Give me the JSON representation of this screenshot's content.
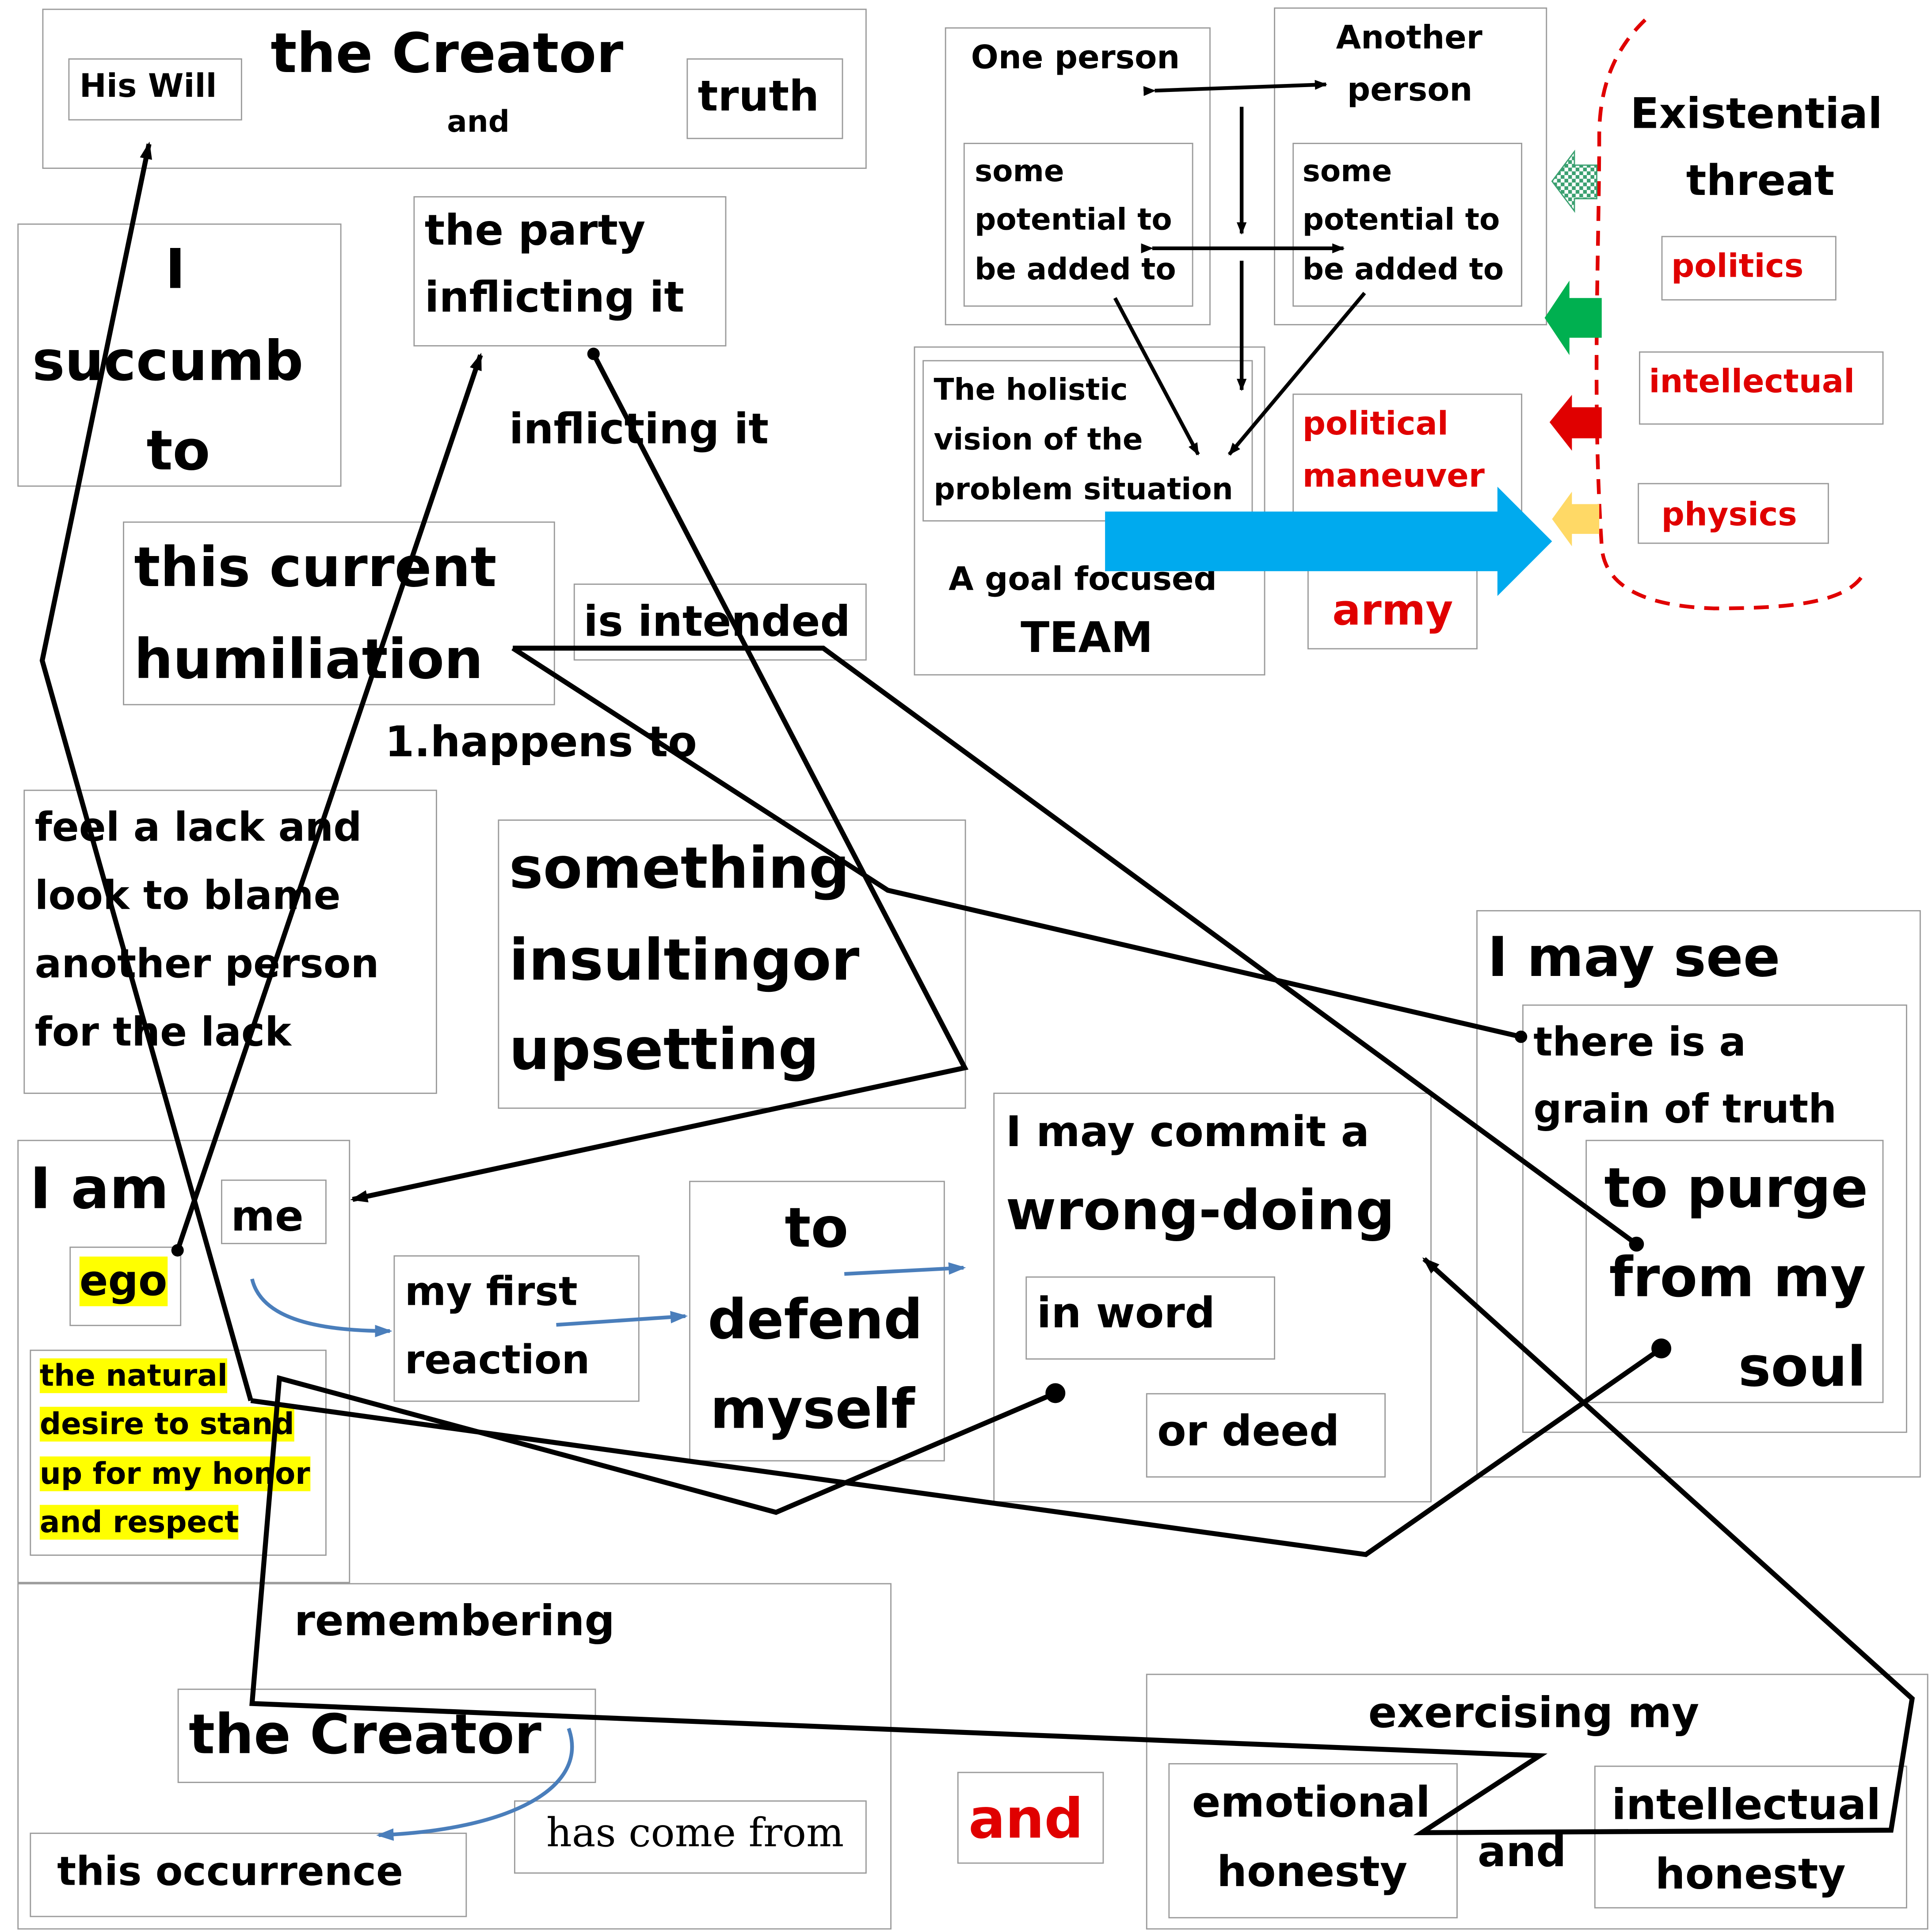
{
  "creator_top": {
    "title": "the Creator",
    "and": "and",
    "his_will": "His Will",
    "truth": "truth"
  },
  "succumb": {
    "line1": "I",
    "line2": "succumb",
    "line3": "to"
  },
  "party": {
    "line1": "the party",
    "line2": "inflicting it"
  },
  "inflicting_label": "inflicting it",
  "humiliation": {
    "line1": "this current",
    "line2": "humiliation"
  },
  "intended": "is intended",
  "happens": "1.happens to",
  "feel_lack": {
    "line1": "feel a lack and",
    "line2": "look to blame",
    "line3": "another person",
    "line4": "for the lack"
  },
  "insulting": {
    "line1": "something",
    "line2": "insultingor",
    "line3": "upsetting"
  },
  "i_am": {
    "label": "I am",
    "me": "me",
    "ego": "ego"
  },
  "natural_desire": {
    "line1": "the natural",
    "line2": "desire to stand",
    "line3": "up for my honor",
    "line4": "and respect"
  },
  "first_reaction": {
    "line1": "my first",
    "line2": "reaction"
  },
  "defend": {
    "line1": "to",
    "line2": "defend",
    "line3": "myself"
  },
  "commit": {
    "line1": "I may commit a",
    "line2": "wrong-doing",
    "in_word": "in word",
    "or_deed": "or deed"
  },
  "may_see": {
    "title": "I may see",
    "line1": "there is a",
    "line2": "grain of truth",
    "purge1": "to purge",
    "purge2": "from my",
    "purge3": "soul"
  },
  "remembering": {
    "label": "remembering",
    "creator": "the Creator",
    "has_come": "has come from",
    "occurrence": "this occurrence"
  },
  "and_red": "and",
  "exercising": {
    "label": "exercising my",
    "emo1": "emotional",
    "emo2": "honesty",
    "and": "and",
    "int1": "intellectual",
    "int2": "honesty"
  },
  "team": {
    "one_person": "One person",
    "another1": "Another",
    "another2": "person",
    "potential": [
      "some",
      "potential to",
      "be added to"
    ],
    "holistic": [
      "The holistic",
      "vision of the",
      "problem situation"
    ],
    "goal": "A goal focused",
    "team": "TEAM",
    "political1": "political",
    "political2": "maneuver",
    "army": "army"
  },
  "threat": {
    "line1": "Existential",
    "line2": "threat",
    "politics": "politics",
    "intellectual": "intellectual",
    "physics": "physics"
  },
  "colors": {
    "red": "#e00000",
    "highlight": "#ffff00",
    "blue_arrow": "#00aaee",
    "green": "#00b050",
    "yellow": "#ffd966",
    "connector": "#4a7ebb"
  }
}
